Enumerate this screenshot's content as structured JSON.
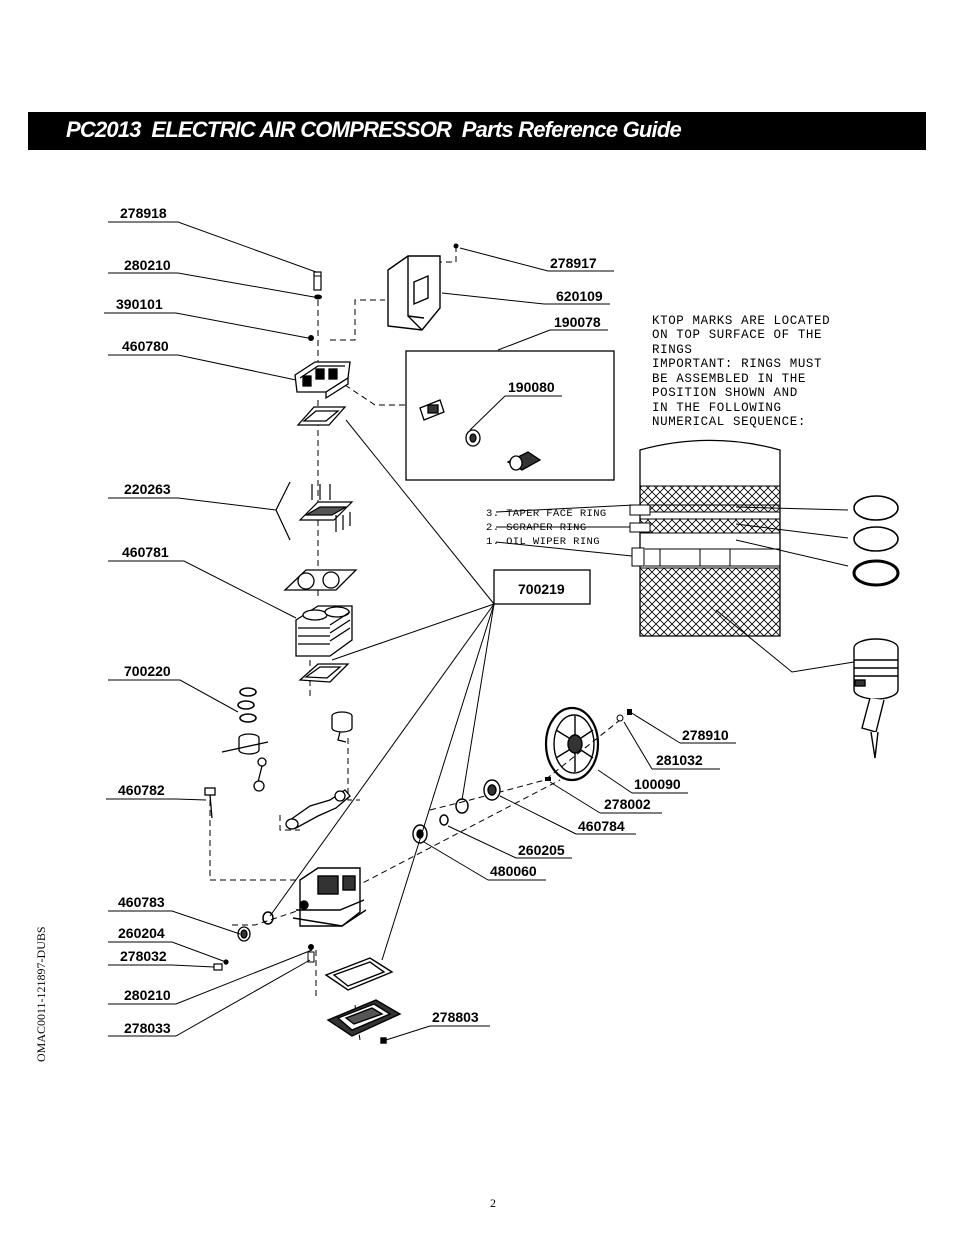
{
  "header": {
    "title": "PC2013  ELECTRIC AIR COMPRESSOR  Parts Reference Guide"
  },
  "part_labels": {
    "p278918": "278918",
    "p280210a": "280210",
    "p390101": "390101",
    "p460780": "460780",
    "p278917": "278917",
    "p620109": "620109",
    "p190078": "190078",
    "p190080": "190080",
    "p220263": "220263",
    "p460781": "460781",
    "p700219": "700219",
    "p700220": "700220",
    "p460782": "460782",
    "p278910": "278910",
    "p281032": "281032",
    "p100090": "100090",
    "p278002": "278002",
    "p460784": "460784",
    "p260205": "260205",
    "p480060": "480060",
    "p460783": "460783",
    "p260204": "260204",
    "p278032": "278032",
    "p280210b": "280210",
    "p278033": "278033",
    "p278803": "278803"
  },
  "notes": {
    "line1": "KTOP MARKS ARE LOCATED",
    "line2": "ON TOP SURFACE OF THE",
    "line3": "RINGS",
    "line4": "IMPORTANT: RINGS MUST",
    "line5": "BE ASSEMBLED IN THE",
    "line6": "POSITION SHOWN AND",
    "line7": "IN THE FOLLOWING",
    "line8": "NUMERICAL SEQUENCE:"
  },
  "rings": {
    "taper": "3. TAPER FACE RING",
    "scraper": "2. SCRAPER RING",
    "wiper": "1. OIL WIPER RING"
  },
  "footer": {
    "doc_code": "OMAC0011-121897-DUBS",
    "page_number": "2"
  }
}
